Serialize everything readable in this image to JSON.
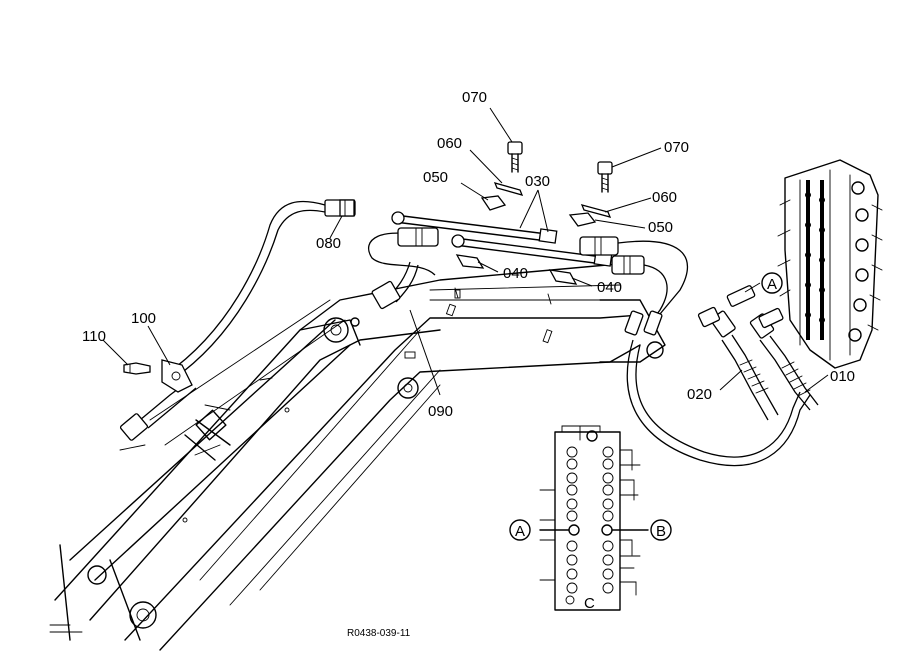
{
  "callouts": {
    "p010": "010",
    "p020": "020",
    "p030": "030",
    "p040a": "040",
    "p040b": "040",
    "p050a": "050",
    "p050b": "050",
    "p060a": "060",
    "p060b": "060",
    "p070a": "070",
    "p070b": "070",
    "p080": "080",
    "p090": "090",
    "p100": "100",
    "p110": "110"
  },
  "ports": {
    "a_top": "A",
    "a_schematic": "A",
    "b_schematic": "B",
    "c_schematic": "C"
  },
  "drawing_code": "R0438-039-11"
}
